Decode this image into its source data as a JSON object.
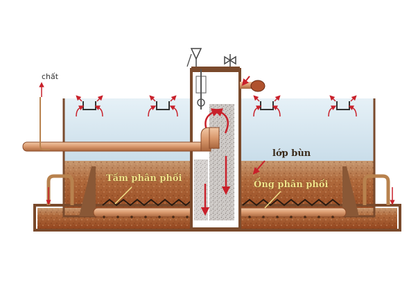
{
  "labels": {
    "top_left": "chất",
    "sludge_layer": "lớp bùn",
    "distribution_plate": "Tấm phân phối",
    "distribution_pipe": "Ống phân phối"
  },
  "colors": {
    "water": "#cfe3ee",
    "sludge": "#a0582f",
    "frame": "#7a4a2c",
    "pipe": "#d9a27a",
    "arrow": "#c8202a",
    "gravel": "#c9c6c4"
  }
}
